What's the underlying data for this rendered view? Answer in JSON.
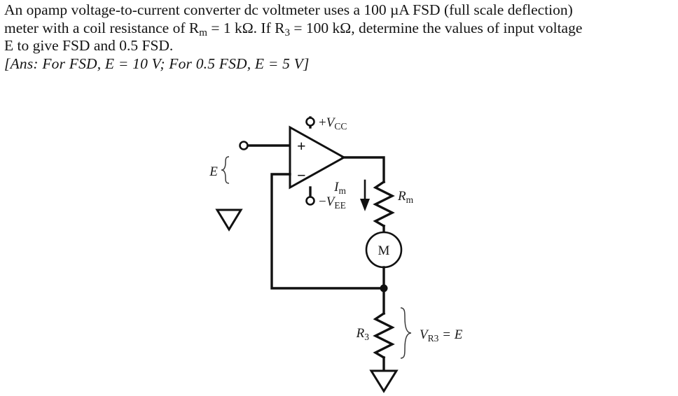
{
  "question": {
    "line1": "An opamp voltage-to-current converter dc voltmeter uses a 100 µA FSD (full scale deflection)",
    "line2_a": "meter with a coil resistance of R",
    "line2_sub1": "m",
    "line2_b": " = 1 kΩ. If R",
    "line2_sub2": "3",
    "line2_c": " = 100 kΩ, determine the values of input voltage",
    "line3": "E to give FSD and 0.5 FSD.",
    "answer": "[Ans: For FSD, E = 10 V; For 0.5 FSD, E = 5 V]"
  },
  "circuit": {
    "input_label": "E",
    "vcc_sign": "+",
    "vcc_var": "V",
    "vcc_sub": "CC",
    "vee_sign": "−",
    "vee_var": "V",
    "vee_sub": "EE",
    "opamp_plus": "+",
    "opamp_minus": "−",
    "current_var": "I",
    "current_sub": "m",
    "rm_var": "R",
    "rm_sub": "m",
    "meter_label": "M",
    "r3_var": "R",
    "r3_sub": "3",
    "vr3_var": "V",
    "vr3_sub": "R3",
    "vr3_eq": " = E",
    "ground_symbol": "ground-triangle"
  },
  "colors": {
    "ink": "#111111",
    "text": "#1a1a1a",
    "background": "#ffffff"
  }
}
